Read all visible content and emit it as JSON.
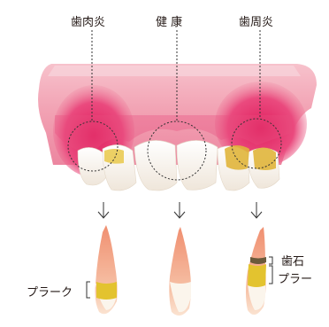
{
  "labels": {
    "gingivitis": "歯肉炎",
    "healthy": "健 康",
    "periodontitis": "歯周炎",
    "tartar": "歯石",
    "plaque_right": "プラー",
    "plaque_left": "プラーク"
  },
  "colors": {
    "gum": "#ef8fa6",
    "gum_inflamed": "#e53d74",
    "tooth": "#fbf5ec",
    "root": "#f4b192",
    "plaque": "#e9c84a",
    "tartar": "#6b5a3b"
  }
}
